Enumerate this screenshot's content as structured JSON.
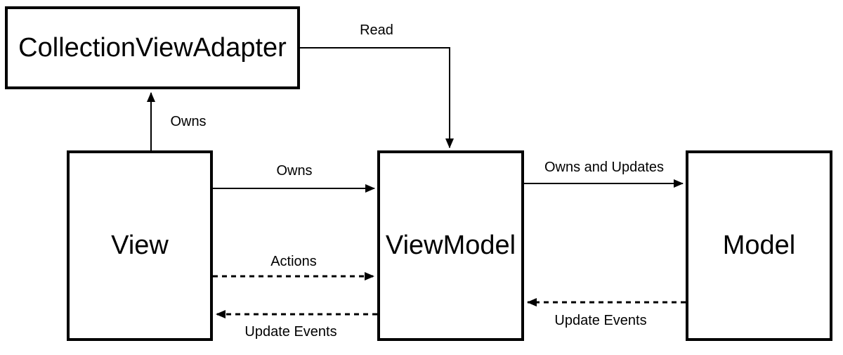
{
  "diagram": {
    "title": "MVVM architecture diagram",
    "colors": {
      "stroke": "#000000",
      "background": "#ffffff",
      "text": "#000000"
    },
    "nodes": {
      "collection_view_adapter": {
        "label": "CollectionViewAdapter"
      },
      "view": {
        "label": "View"
      },
      "view_model": {
        "label": "ViewModel"
      },
      "model": {
        "label": "Model"
      }
    },
    "edges": {
      "read": {
        "label": "Read",
        "from": "CollectionViewAdapter",
        "to": "ViewModel",
        "style": "solid"
      },
      "owns_adapter": {
        "label": "Owns",
        "from": "View",
        "to": "CollectionViewAdapter",
        "style": "solid"
      },
      "owns_viewmodel": {
        "label": "Owns",
        "from": "View",
        "to": "ViewModel",
        "style": "solid"
      },
      "owns_and_updates": {
        "label": "Owns and Updates",
        "from": "ViewModel",
        "to": "Model",
        "style": "solid"
      },
      "actions": {
        "label": "Actions",
        "from": "View",
        "to": "ViewModel",
        "style": "dashed"
      },
      "update_events_left": {
        "label": "Update Events",
        "from": "ViewModel",
        "to": "View",
        "style": "dashed"
      },
      "update_events_right": {
        "label": "Update Events",
        "from": "Model",
        "to": "ViewModel",
        "style": "dashed"
      }
    }
  }
}
